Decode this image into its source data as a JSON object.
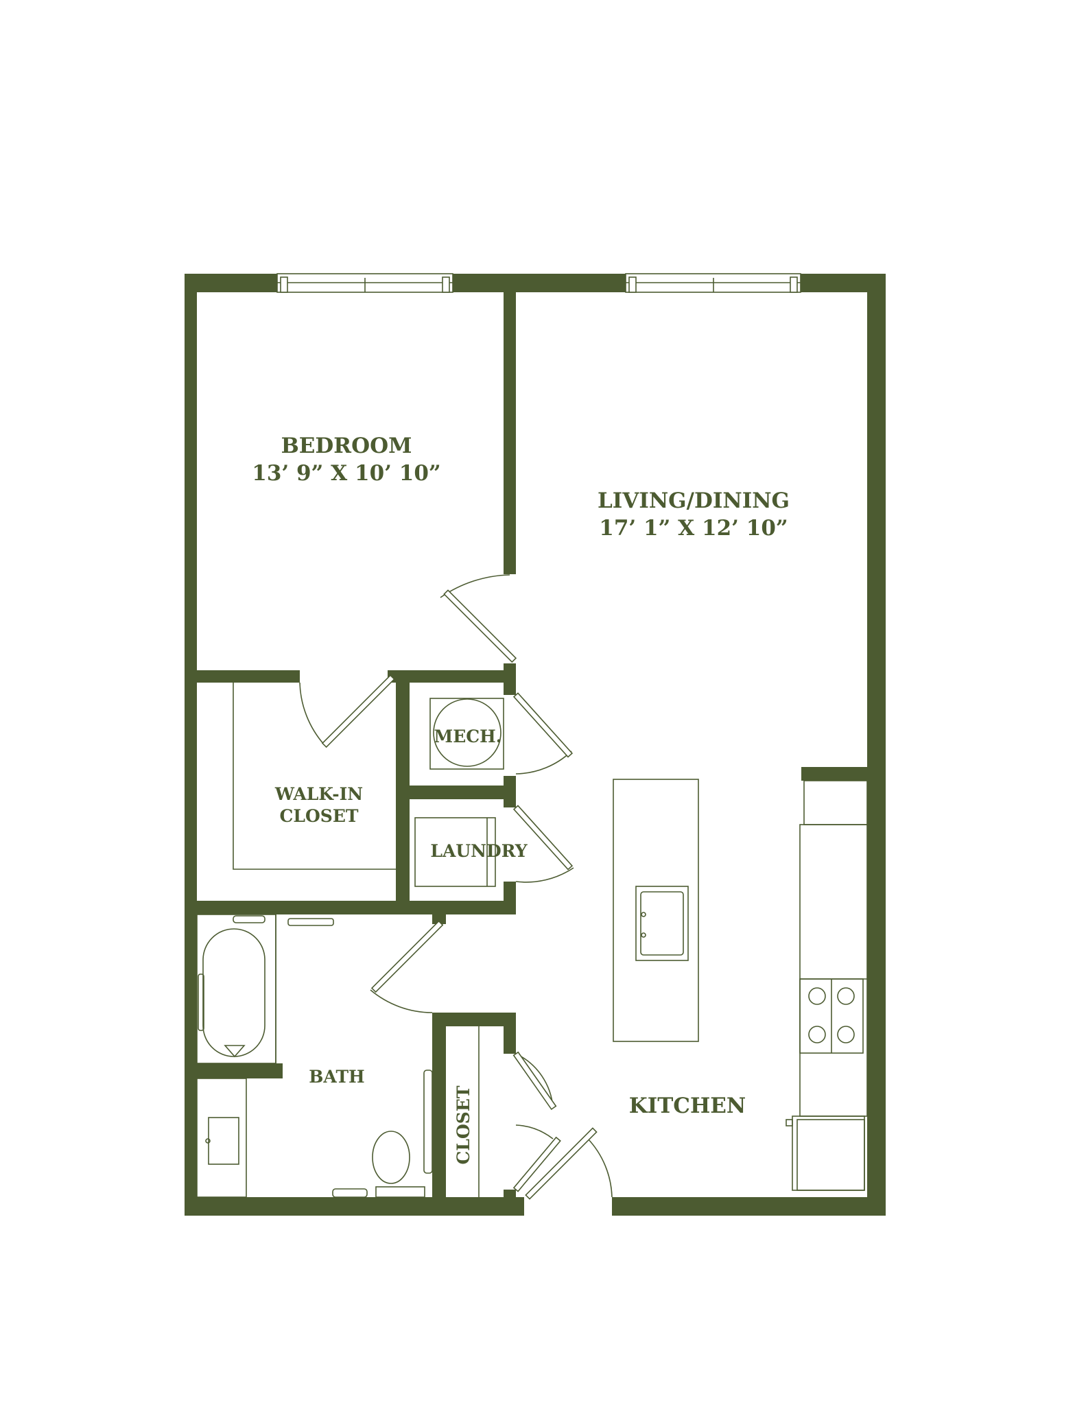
{
  "rooms": {
    "bedroom": {
      "name": "BEDROOM",
      "size": "13’ 9” X 10’ 10”"
    },
    "living": {
      "name": "LIVING/DINING",
      "size": "17’ 1” X 12’ 10”"
    },
    "walk_in_closet": {
      "line1": "WALK-IN",
      "line2": "CLOSET"
    },
    "mech": {
      "name": "MECH."
    },
    "laundry": {
      "name": "LAUNDRY"
    },
    "bath": {
      "name": "BATH"
    },
    "closet": {
      "name": "CLOSET"
    },
    "kitchen": {
      "name": "KITCHEN"
    }
  },
  "colors": {
    "wall": "#4c5b31",
    "background": "#ffffff"
  }
}
